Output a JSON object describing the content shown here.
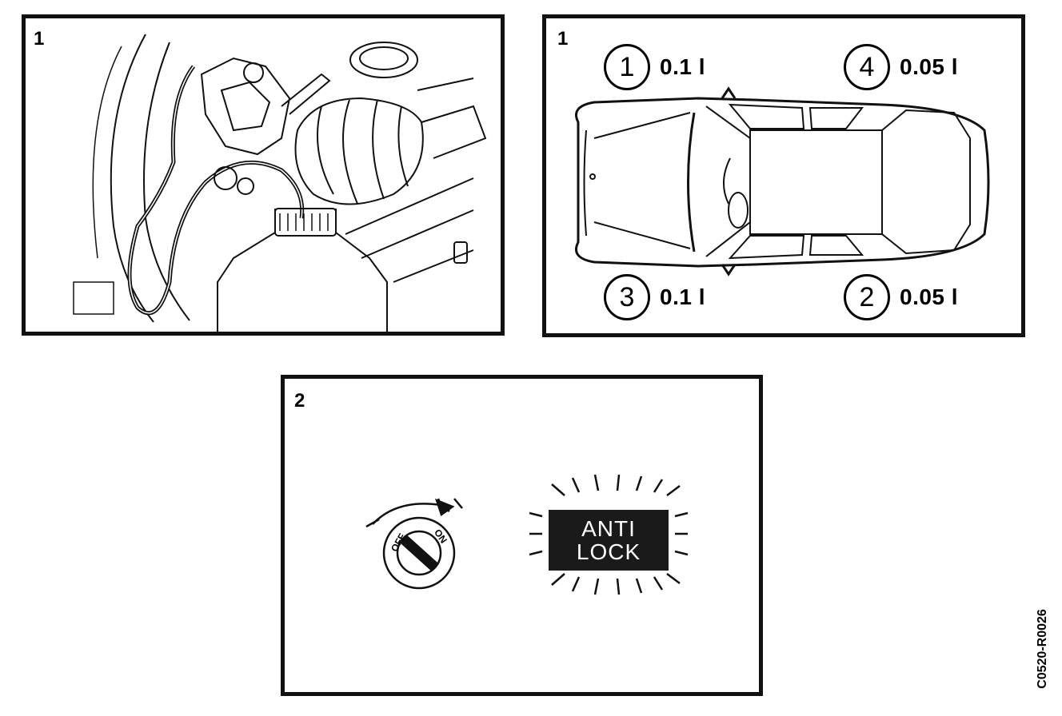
{
  "panels": {
    "top_left": {
      "number": "1"
    },
    "top_right": {
      "number": "1",
      "wheels": [
        {
          "index": "1",
          "quantity": "0.1 l"
        },
        {
          "index": "4",
          "quantity": "0.05 l"
        },
        {
          "index": "3",
          "quantity": "0.1 l"
        },
        {
          "index": "2",
          "quantity": "0.05 l"
        }
      ]
    },
    "bottom": {
      "number": "2",
      "ignition": {
        "off_label": "OFF",
        "on_label": "ON"
      },
      "warning_light": {
        "line1": "ANTI",
        "line2": "LOCK"
      }
    }
  },
  "reference_code": "C0520-R0026"
}
